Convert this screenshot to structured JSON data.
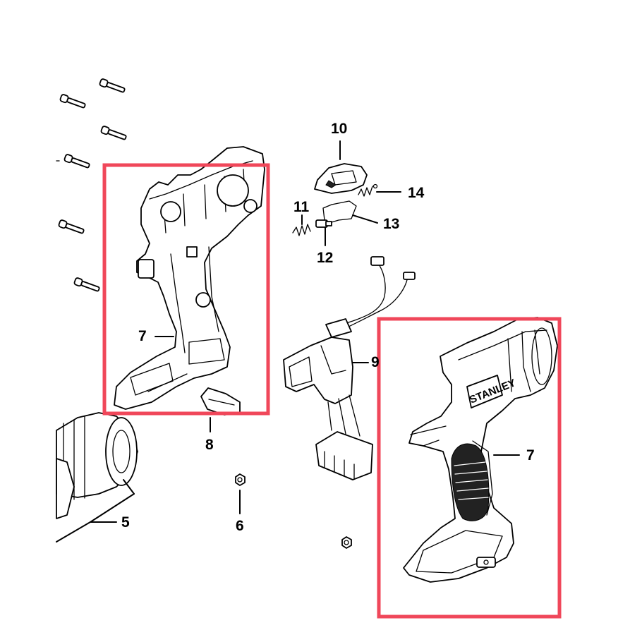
{
  "callouts": {
    "part_5": "5",
    "part_6": "6",
    "part_7_left": "7",
    "part_7_right": "7",
    "part_8": "8",
    "part_9": "9",
    "part_10": "10",
    "part_11": "11",
    "part_12": "12",
    "part_13": "13",
    "part_14": "14"
  },
  "housing_logo_text": "STANLEY",
  "colors": {
    "highlight_box": "#f0475a",
    "line_art": "#000000",
    "background": "#ffffff"
  },
  "icons": {
    "screw": "screw-icon",
    "motor": "motor-icon",
    "nut": "nut-icon",
    "switch": "trigger-switch-icon",
    "spring": "spring-icon"
  }
}
